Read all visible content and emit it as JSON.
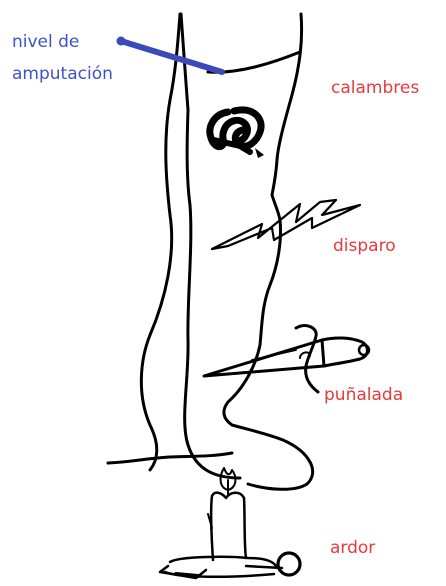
{
  "labels": {
    "amputation_line1": "nivel de",
    "amputation_line2": "amputación",
    "cramps": "calambres",
    "shooting": "disparo",
    "stabbing": "puñalada",
    "burning": "ardor"
  },
  "colors": {
    "amputation_text": "#4050c8",
    "amputation_marker": "#3b4ab8",
    "sensation_text": "#e8393c",
    "ink": "#000000",
    "background": "#ffffff"
  },
  "icons": {
    "cramps": "twisted-knot-icon",
    "shooting": "lightning-bolt-icon",
    "stabbing": "dagger-icon",
    "burning": "candle-icon"
  }
}
